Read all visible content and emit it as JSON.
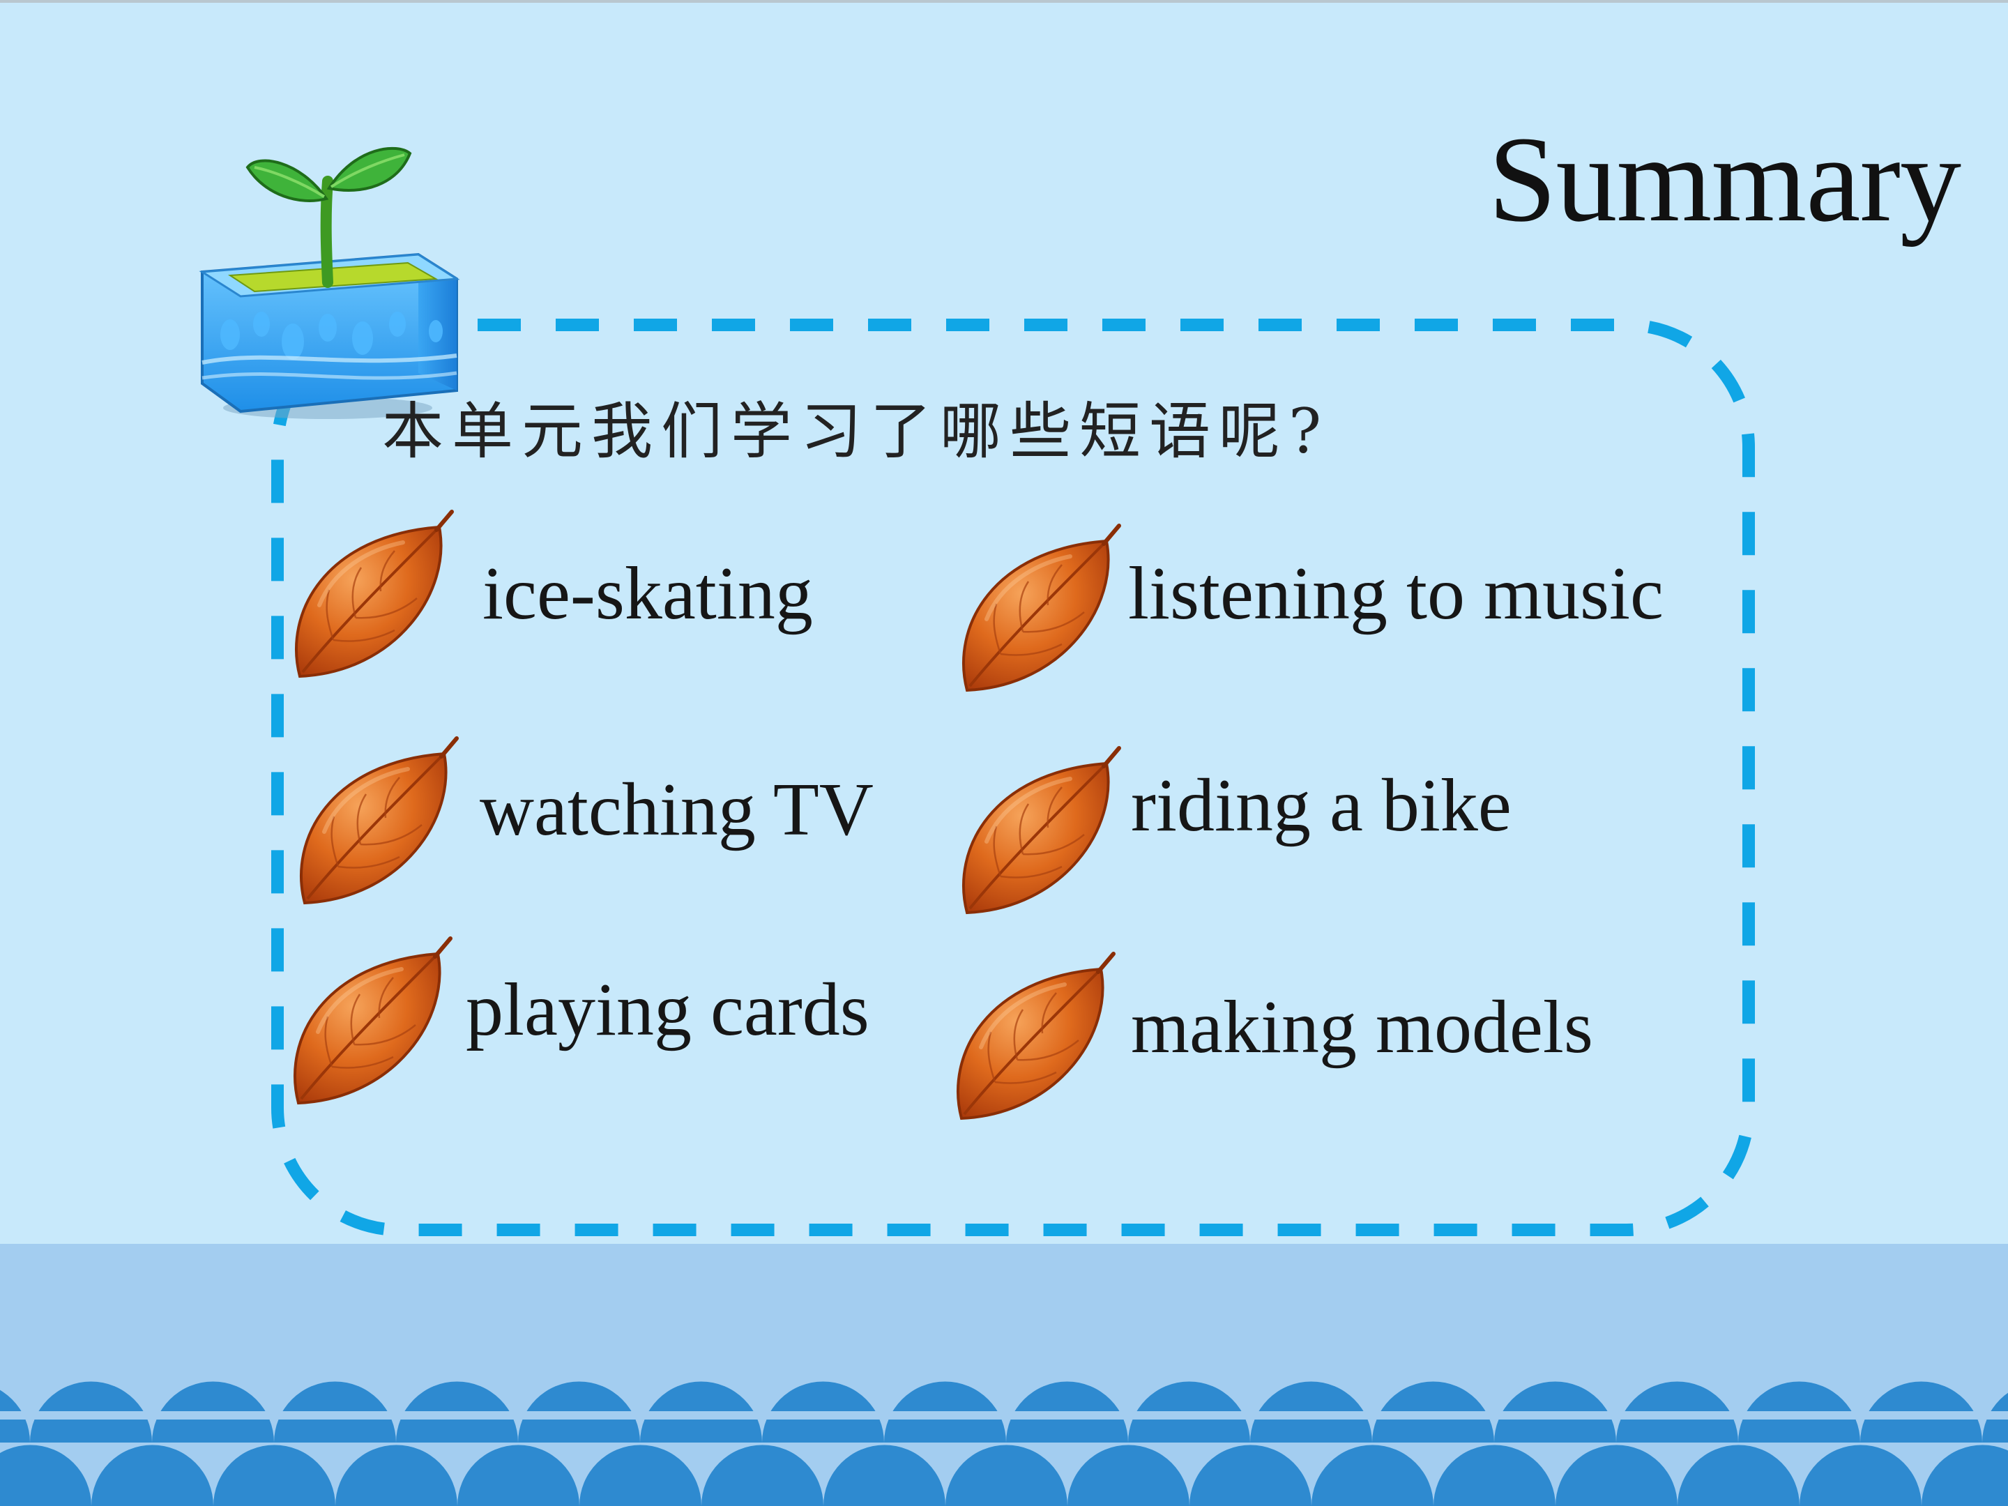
{
  "slide": {
    "title": "Summary",
    "question": "本单元我们学习了哪些短语呢?",
    "phrases": [
      {
        "text": "ice-skating"
      },
      {
        "text": "listening to music"
      },
      {
        "text": "watching TV"
      },
      {
        "text": "riding a bike"
      },
      {
        "text": "playing cards"
      },
      {
        "text": "making models"
      }
    ],
    "decorations": {
      "plant": "sprout-in-blue-pot-icon",
      "bullet": "orange-leaf-icon",
      "bottom": "blue-wave-pattern"
    },
    "colors": {
      "background": "#c8e9fb",
      "dash_border": "#10a6e6",
      "leaf": "#d9641a",
      "wave_dark": "#2e8ad0",
      "wave_light": "#a3cdf0"
    }
  }
}
